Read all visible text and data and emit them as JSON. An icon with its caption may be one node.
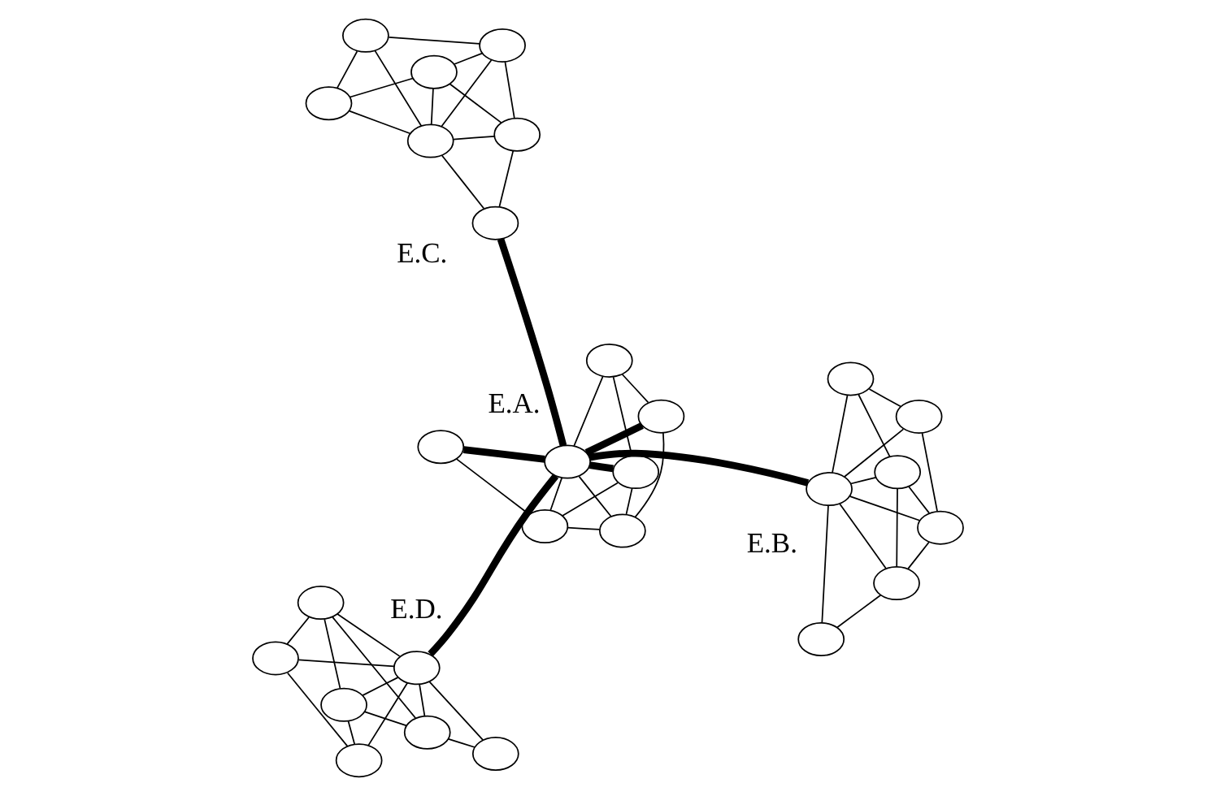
{
  "diagram": {
    "nodes": [
      {
        "text": [],
        "shape": "circle"
      },
      {
        "text": [],
        "shape": "circle"
      },
      {
        "text": [],
        "shape": "circle"
      },
      {
        "text": [],
        "shape": "circle"
      },
      {
        "text": [],
        "shape": "circle"
      },
      {
        "text": [],
        "shape": "circle",
        "beside": [
          "E.D."
        ]
      },
      {
        "text": [],
        "shape": "circle"
      },
      {
        "text": [],
        "shape": "circle"
      },
      {
        "text": [],
        "shape": "circle"
      },
      {
        "text": [],
        "shape": "circle",
        "beside": [
          "E.B."
        ]
      },
      {
        "text": [],
        "shape": "circle"
      },
      {
        "text": [],
        "shape": "circle"
      },
      {
        "text": [],
        "shape": "circle"
      },
      {
        "text": [],
        "shape": "circle"
      },
      {
        "text": [],
        "shape": "circle"
      },
      {
        "text": [],
        "shape": "circle"
      },
      {
        "text": [],
        "shape": "circle"
      },
      {
        "text": [],
        "shape": "circle",
        "beside": [
          "E.C."
        ]
      },
      {
        "text": [],
        "shape": "circle"
      },
      {
        "text": [],
        "shape": "circle"
      },
      {
        "text": [],
        "shape": "circle"
      },
      {
        "text": [],
        "shape": "circle",
        "beside": [
          "E.A."
        ]
      },
      {
        "text": [],
        "shape": "circle"
      },
      {
        "text": [],
        "shape": "circle"
      },
      {
        "text": [],
        "shape": "circle"
      },
      {
        "text": [],
        "shape": "circle"
      },
      {
        "text": [],
        "shape": "circle"
      },
      {
        "text": [],
        "shape": "circle"
      }
    ],
    "edges": [
      {
        "from": 0,
        "to": 2,
        "arrow": "none"
      },
      {
        "from": 0,
        "to": 5,
        "arrow": "none"
      },
      {
        "from": 0,
        "to": 3,
        "arrow": "none"
      },
      {
        "from": 0,
        "to": 4,
        "arrow": "none"
      },
      {
        "from": 1,
        "to": 2,
        "arrow": "none"
      },
      {
        "from": 1,
        "to": 5,
        "arrow": "none"
      },
      {
        "from": 2,
        "to": 3,
        "arrow": "none"
      },
      {
        "from": 2,
        "to": 5,
        "arrow": "none"
      },
      {
        "from": 3,
        "to": 5,
        "arrow": "none"
      },
      {
        "from": 3,
        "to": 6,
        "arrow": "none"
      },
      {
        "from": 4,
        "to": 5,
        "arrow": "none"
      },
      {
        "from": 4,
        "to": 6,
        "arrow": "none"
      },
      {
        "from": 5,
        "to": 6,
        "arrow": "none"
      },
      {
        "from": 7,
        "to": 8,
        "arrow": "none"
      },
      {
        "from": 7,
        "to": 9,
        "arrow": "none"
      },
      {
        "from": 8,
        "to": 9,
        "arrow": "none"
      },
      {
        "from": 8,
        "to": 10,
        "arrow": "none"
      },
      {
        "from": 8,
        "to": 11,
        "arrow": "none"
      },
      {
        "from": 9,
        "to": 10,
        "arrow": "none"
      },
      {
        "from": 9,
        "to": 11,
        "arrow": "none"
      },
      {
        "from": 9,
        "to": 12,
        "arrow": "none"
      },
      {
        "from": 9,
        "to": 13,
        "arrow": "none"
      },
      {
        "from": 10,
        "to": 11,
        "arrow": "none"
      },
      {
        "from": 10,
        "to": 13,
        "arrow": "none"
      },
      {
        "from": 11,
        "to": 12,
        "arrow": "none"
      },
      {
        "from": 12,
        "to": 13,
        "arrow": "none"
      },
      {
        "from": 14,
        "to": 15,
        "arrow": "none"
      },
      {
        "from": 14,
        "to": 16,
        "arrow": "none"
      },
      {
        "from": 15,
        "to": 16,
        "arrow": "none"
      },
      {
        "from": 15,
        "to": 19,
        "arrow": "none"
      },
      {
        "from": 14,
        "to": 17,
        "arrow": "none"
      },
      {
        "from": 14,
        "to": 18,
        "arrow": "none"
      },
      {
        "from": 14,
        "to": 19,
        "arrow": "none"
      },
      {
        "from": 14,
        "to": 20,
        "arrow": "none"
      },
      {
        "from": 17,
        "to": 18,
        "arrow": "none"
      },
      {
        "from": 18,
        "to": 19,
        "arrow": "none"
      },
      {
        "from": 18,
        "to": 20,
        "arrow": "none"
      },
      {
        "from": 19,
        "to": 20,
        "arrow": "none"
      },
      {
        "from": 16,
        "to": 20,
        "arrow": "none"
      },
      {
        "from": 21,
        "to": 22,
        "arrow": "none",
        "style": "thick"
      },
      {
        "from": 21,
        "to": 23,
        "arrow": "none",
        "style": "thick"
      },
      {
        "from": 21,
        "to": 27,
        "arrow": "none",
        "style": "thick"
      },
      {
        "from": 21,
        "to": 24,
        "arrow": "none"
      },
      {
        "from": 21,
        "to": 25,
        "arrow": "none"
      },
      {
        "from": 21,
        "to": 26,
        "arrow": "none"
      },
      {
        "from": 22,
        "to": 25,
        "arrow": "none"
      },
      {
        "from": 22,
        "to": 26,
        "arrow": "none"
      },
      {
        "from": 23,
        "to": 24,
        "arrow": "none"
      },
      {
        "from": 24,
        "to": 25,
        "arrow": "none"
      },
      {
        "from": 24,
        "to": 27,
        "arrow": "none"
      },
      {
        "from": 25,
        "to": 27,
        "arrow": "none"
      },
      {
        "from": 26,
        "to": 27,
        "arrow": "none"
      },
      {
        "from": 21,
        "to": 9,
        "arrow": "none",
        "style": "thick"
      },
      {
        "from": 21,
        "to": 5,
        "arrow": "none",
        "style": "thick"
      },
      {
        "from": 21,
        "to": 17,
        "arrow": "none",
        "style": "thick"
      }
    ]
  }
}
